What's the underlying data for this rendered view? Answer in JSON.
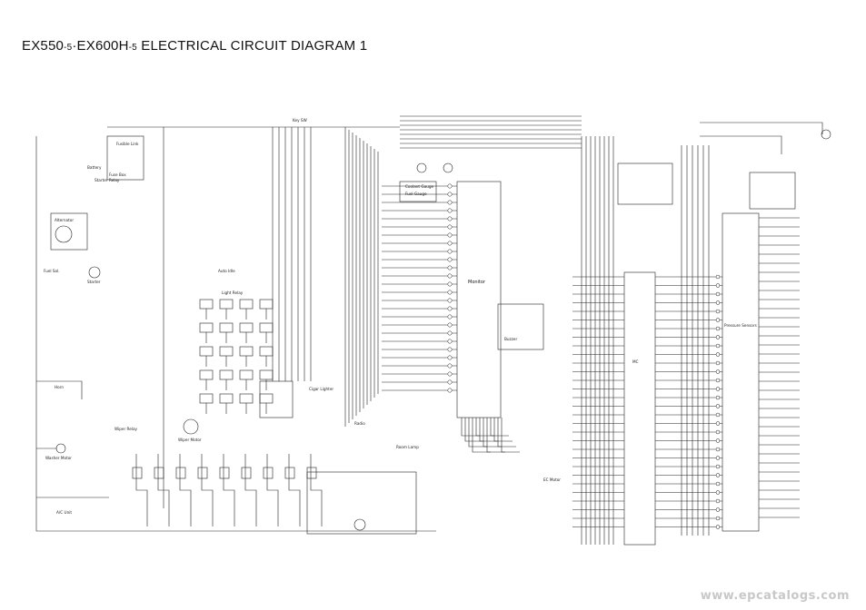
{
  "title": {
    "model_a": "EX550",
    "model_a_suffix": "-5",
    "sep": "·",
    "model_b": "EX600H",
    "model_b_suffix": "-5",
    "rest": " ELECTRICAL CIRCUIT DIAGRAM 1"
  },
  "labels": {
    "monitor": "Monitor",
    "battery": "Battery",
    "starter_relay": "Starter Relay",
    "fusible_link": "Fusible Link",
    "alternator": "Alternator",
    "starter": "Starter",
    "fuel_sol": "Fuel Sol.",
    "horn": "Horn",
    "key_sw": "Key SW",
    "auto_idle": "Auto Idle",
    "coolant_gauge": "Coolant Gauge",
    "fuel_gauge": "Fuel Gauge",
    "buzzer": "Buzzer",
    "light_relay": "Light Relay",
    "wiper_relay": "Wiper Relay",
    "wiper_motor": "Wiper Motor",
    "washer_motor": "Washer Motor",
    "ac_unit": "A/C Unit",
    "radio": "Radio",
    "room_lamp": "Room Lamp",
    "cigar_lighter": "Cigar Lighter",
    "fuse_box": "Fuse Box",
    "ec_motor": "EC Motor",
    "pressure_sensors": "Pressure Sensors",
    "controller": "MC"
  },
  "watermark": "www.epcatalogs.com"
}
